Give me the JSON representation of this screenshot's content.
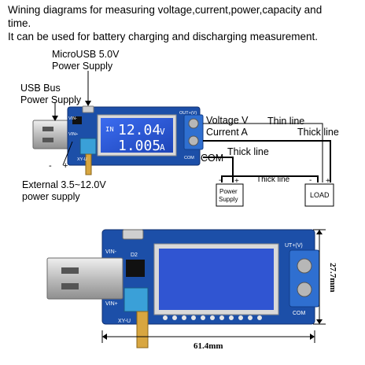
{
  "header": {
    "line1": "Wining diagrams for measuring voltage,current,power,capacity and",
    "line2": "time.",
    "line3": "It can be used for battery charging and discharging measurement."
  },
  "labels": {
    "microusb_line1": "MicroUSB 5.0V",
    "microusb_line2": "Power Supply",
    "usb_bus_line1": "USB Bus",
    "usb_bus_line2": "Power Supply",
    "external_line1": "External 3.5~12.0V",
    "external_line2": "power supply",
    "voltage": "Voltage V",
    "current": "Current A",
    "com": "COM",
    "thin_line": "Thin line",
    "thick_line_right": "Thick line",
    "thick_line_mid": "Thick line",
    "thick_line_bottom": "Thick line",
    "power_supply_box_line1": "Power",
    "power_supply_box_line2": "Supply",
    "load_box": "LOAD",
    "minus_sign": "-",
    "plus_sign": "+",
    "minus_left": "-",
    "plus_left": "+"
  },
  "display": {
    "prefix": "IN",
    "voltage": "12.04",
    "voltage_unit": "V",
    "current": "1.005",
    "current_unit": "A"
  },
  "board_top": {
    "pin_vin_minus": "VIN-",
    "pin_vin_plus": "VIN+",
    "pin_out": "OUT+(V)",
    "pin_com": "COM",
    "model": "XY-U"
  },
  "board_bottom": {
    "pin_vin_minus": "VIN-",
    "pin_vin_plus": "VIN+",
    "pin_d2": "D2",
    "pin_out": "UT+(V)",
    "pin_com": "COM",
    "model": "XY-U"
  },
  "dimensions": {
    "height": "27.7mm",
    "width": "61.4mm"
  },
  "colors": {
    "pcb": "#1c4fa8",
    "pcb_dark": "#163d85",
    "lcd_bg": "#2a5bd7",
    "lcd_text": "#ffffff",
    "terminal": "#2f6fd0",
    "usb_metal": "#c9c9c9",
    "pot": "#3aa0d8",
    "brass": "#d8a640",
    "label_box_text": "#000000"
  }
}
